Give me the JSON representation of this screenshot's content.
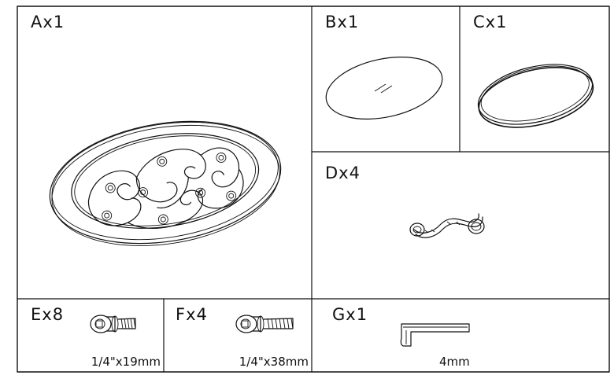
{
  "parts": {
    "A": {
      "label": "Ax1"
    },
    "B": {
      "label": "Bx1"
    },
    "C": {
      "label": "Cx1"
    },
    "D": {
      "label": "Dx4"
    },
    "E": {
      "label": "Ex8",
      "size": "1/4\"x19mm"
    },
    "F": {
      "label": "Fx4",
      "size": "1/4\"x38mm"
    },
    "G": {
      "label": "Gx1",
      "size": "4mm"
    }
  }
}
